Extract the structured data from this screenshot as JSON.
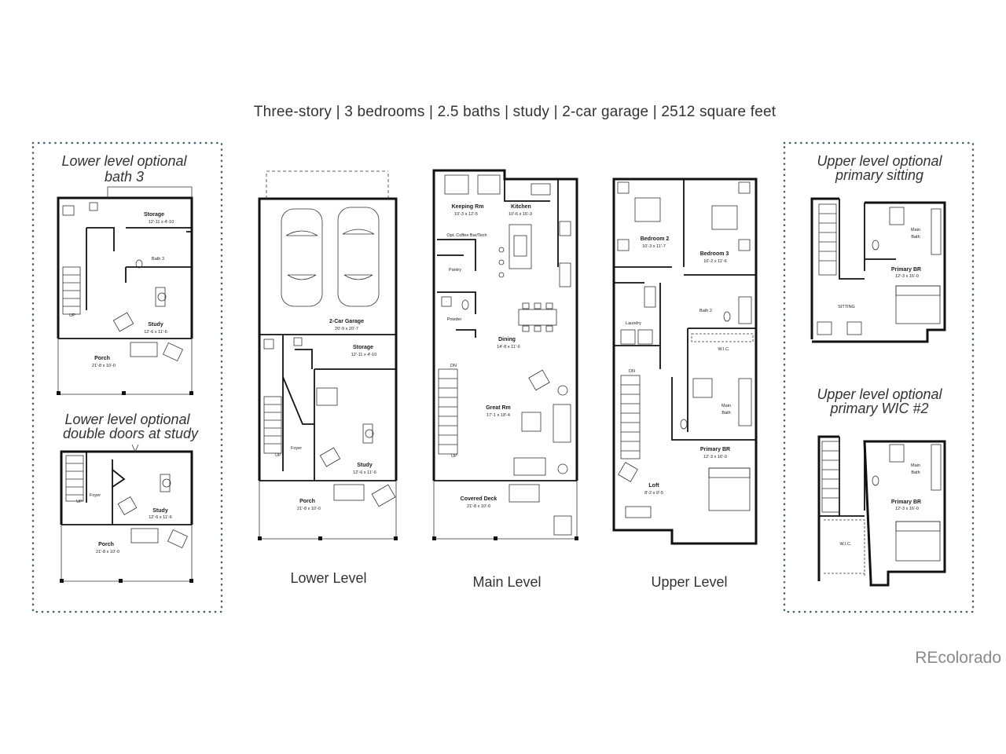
{
  "summary": "Three-story  |  3 bedrooms  |  2.5 baths  |  study  |  2-car garage  |  2512 square feet",
  "watermark": "REcolorado",
  "captions": {
    "lower": "Lower Level",
    "main": "Main Level",
    "upper": "Upper Level"
  },
  "options": {
    "bath3": [
      "Lower level optional",
      "bath 3"
    ],
    "doors": [
      "Lower level optional",
      "double doors at study"
    ],
    "sitting": [
      "Upper level optional",
      "primary sitting"
    ],
    "wic": [
      "Upper level optional",
      "primary WIC #2"
    ]
  },
  "rooms": {
    "storage": {
      "name": "Storage",
      "dim": "12'-11 x 4'-10"
    },
    "bath3": {
      "name": "Bath 3"
    },
    "study": {
      "name": "Study",
      "dim": "12'-6 x 11'-6"
    },
    "porch": {
      "name": "Porch",
      "dim": "21'-8 x 10'-0"
    },
    "foyer": {
      "name": "Foyer"
    },
    "garage": {
      "name": "2-Car Garage",
      "dim": "20'-9 x 20'-7"
    },
    "keeping": {
      "name": "Keeping Rm",
      "dim": "10'-3 x 12'-5"
    },
    "kitchen": {
      "name": "Kitchen",
      "dim": "10'-6 x 15'-3"
    },
    "coffee": {
      "name": "Opt. Coffee Bar/Tech"
    },
    "pantry": {
      "name": "Pantry"
    },
    "powder": {
      "name": "Powder"
    },
    "dining": {
      "name": "Dining",
      "dim": "14'-8 x 11'-6"
    },
    "great": {
      "name": "Great Rm",
      "dim": "17'-1 x 18'-4"
    },
    "deck": {
      "name": "Covered Deck",
      "dim": "21'-8 x 10'-0"
    },
    "bedroom2": {
      "name": "Bedroom 2",
      "dim": "10'-3 x 11'-7"
    },
    "bedroom3": {
      "name": "Bedroom 3",
      "dim": "10'-2 x 11'-6"
    },
    "laundry": {
      "name": "Laundry"
    },
    "bath2": {
      "name": "Bath 2"
    },
    "wic": {
      "name": "W.I.C."
    },
    "mainbath": {
      "name": "Main",
      "name2": "Bath"
    },
    "primary": {
      "name": "Primary BR",
      "dim": "12'-3 x 16'-0"
    },
    "loft": {
      "name": "Loft",
      "dim": "8'-2 x 9'-5"
    },
    "sitting": {
      "name": "SITTING"
    }
  },
  "stairs": {
    "up": "UP",
    "down": "DN"
  }
}
